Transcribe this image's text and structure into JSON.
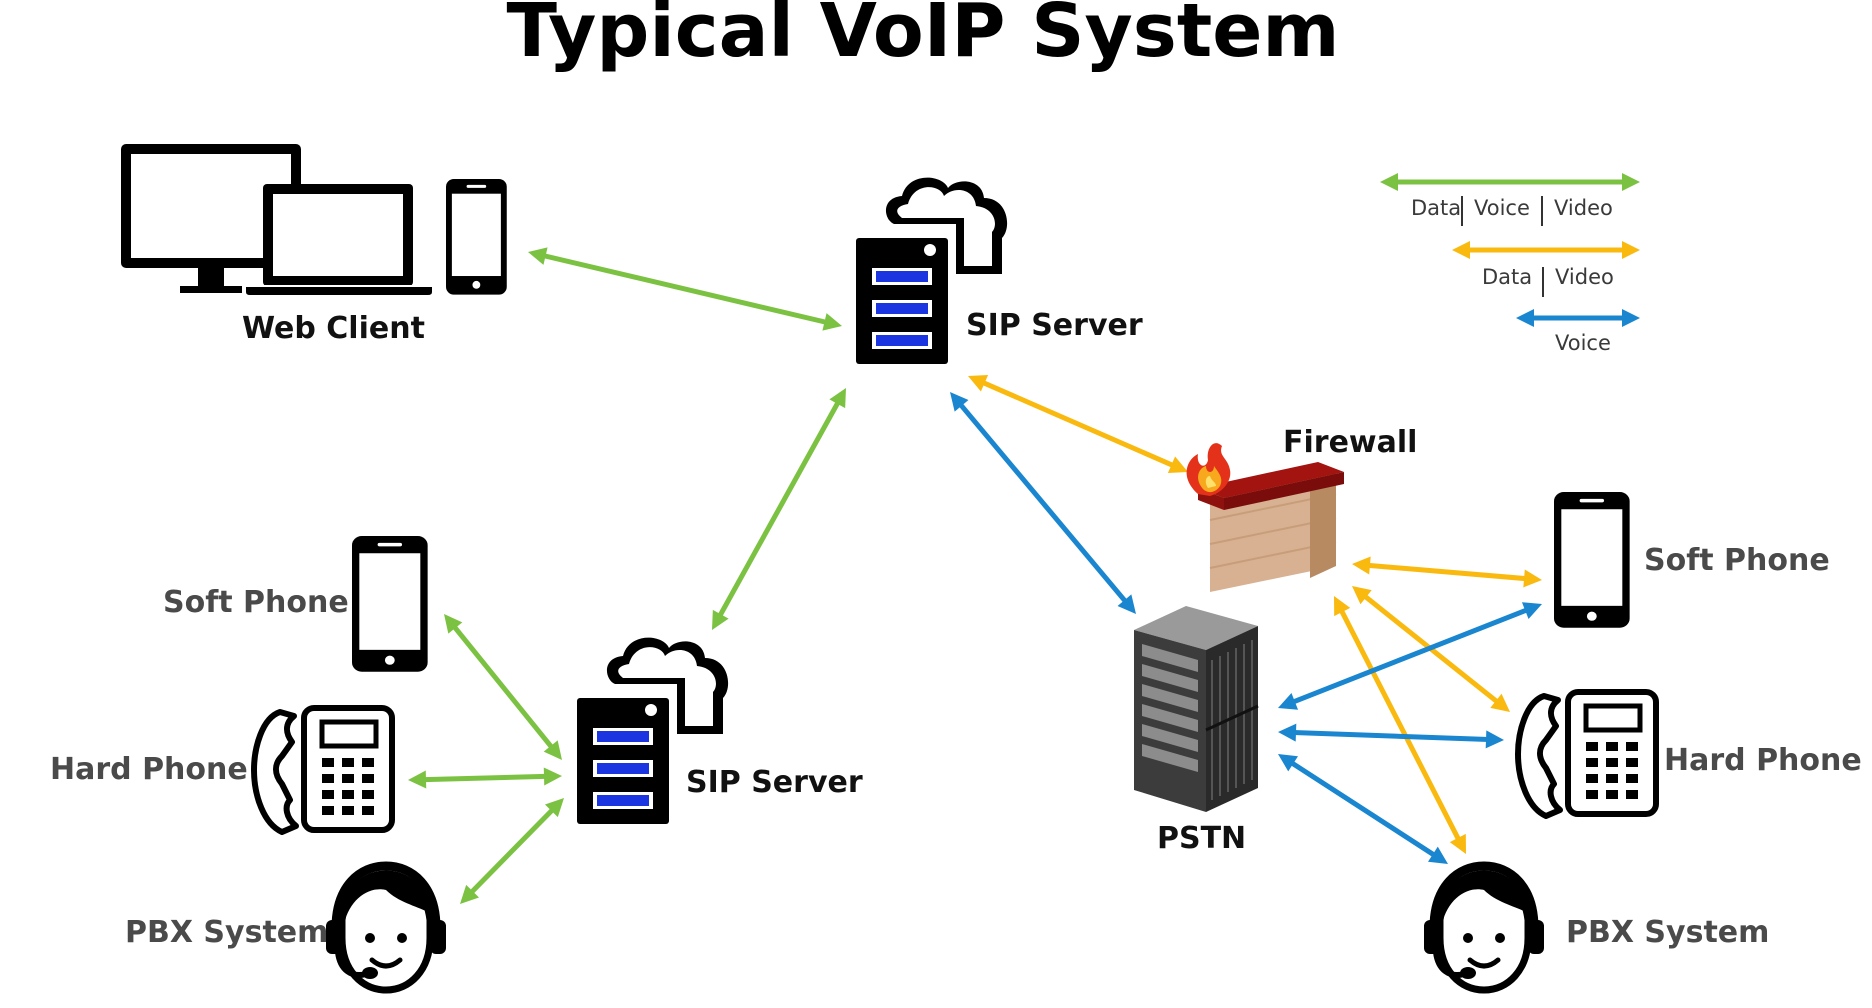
{
  "title": "Typical VoIP System",
  "colors": {
    "data_voice_video": "#7cc242",
    "data_video": "#f9b90f",
    "voice": "#1a86d0",
    "server_light": "#1b35e0"
  },
  "legend": {
    "green": [
      "Data",
      "Voice",
      "Video"
    ],
    "orange": [
      "Data",
      "Video"
    ],
    "blue": [
      "Voice"
    ]
  },
  "labels": {
    "web_client": "Web Client",
    "sip_server_top": "SIP Server",
    "sip_server_bottom": "SIP Server",
    "firewall": "Firewall",
    "pstn": "PSTN",
    "soft_phone_left": "Soft Phone",
    "hard_phone_left": "Hard Phone",
    "pbx_left": "PBX System",
    "soft_phone_right": "Soft Phone",
    "hard_phone_right": "Hard Phone",
    "pbx_right": "PBX System"
  },
  "icons": {
    "desktop": "desktop-monitor-icon",
    "laptop": "laptop-icon",
    "mobile": "mobile-phone-icon",
    "cloud_server": "cloud-server-icon",
    "firewall": "firewall-icon",
    "pstn": "server-rack-icon",
    "hard_phone": "desk-phone-icon",
    "headset": "headset-agent-icon"
  }
}
